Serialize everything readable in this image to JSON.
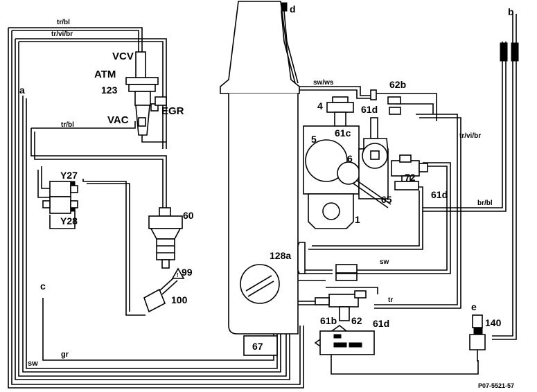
{
  "labels": {
    "tr_bl_top": "tr/bl",
    "tr_vi_br_top": "tr/vi/br",
    "vcv": "VCV",
    "atm": "ATM",
    "n123": "123",
    "egr": "EGR",
    "vac": "VAC",
    "tr_bl_mid": "tr/bl",
    "a": "a",
    "y27": "Y27",
    "y28": "Y28",
    "n60": "60",
    "n99": "99",
    "c": "c",
    "n100": "100",
    "gr": "gr",
    "sw_bottom": "sw",
    "d": "d",
    "sw_ws": "sw/ws",
    "n62b": "62b",
    "n4": "4",
    "n61d_top": "61d",
    "n61c": "61c",
    "n5": "5",
    "n6": "6",
    "n72": "72",
    "n61d_right": "61d",
    "n65": "65",
    "n1": "1",
    "tr_vi_br_right": "tr/vi/br",
    "br_bl": "br/bl",
    "b": "b",
    "n128a": "128a",
    "sw_mid": "sw",
    "tr_mid": "tr",
    "n61b": "61b",
    "n62": "62",
    "n61d_bottom": "61d",
    "n67": "67",
    "e": "e",
    "n140": "140",
    "ref": "P07-5521-57"
  }
}
